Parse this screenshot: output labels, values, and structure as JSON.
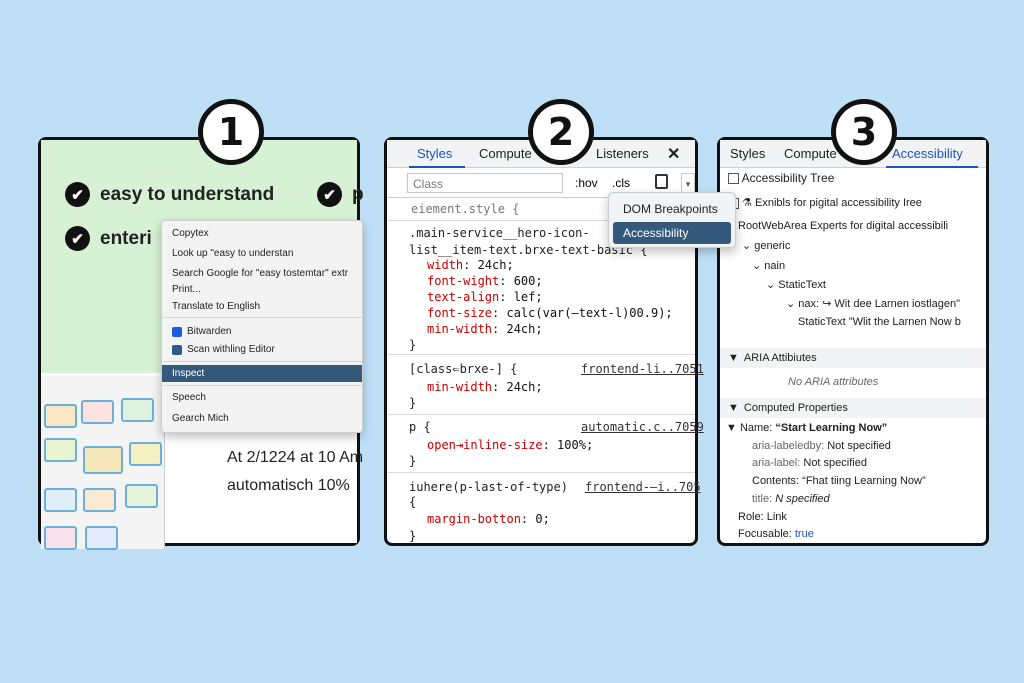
{
  "badges": [
    "1",
    "2",
    "3"
  ],
  "panel1": {
    "checks": [
      "easy to understand",
      "p",
      "enteri"
    ],
    "context_menu": {
      "items": [
        "Copytex",
        "Look up \"easy to understan",
        "Search Google for \"easy tostemtar\" extr",
        "Print...",
        "Translate to English",
        "Bitwarden",
        "Scan withling Editor",
        "Inspect",
        "Speech",
        "Gearch Mich"
      ],
      "highlighted": "Inspect"
    },
    "body_lines": [
      "At 2/1224 at 10 Am",
      "automatisch 10%"
    ]
  },
  "panel2": {
    "tabs": [
      "Styles",
      "Compute",
      "Listeners"
    ],
    "active_tab": "Styles",
    "close_icon": "close-icon",
    "class_placeholder": "Class",
    "hov": ":hov",
    "cls": ".cls",
    "element_style": "eiement.style {",
    "rules": {
      "r1_selector_1": ".main-service__hero-icon-",
      "r1_selector_2": "list__item-text.brxe-text-basic {",
      "r1_p1": "width",
      "r1_v1": "24ch;",
      "r1_p2": "font-wight",
      "r1_v2": "600;",
      "r1_p3": "text-align",
      "r1_v3": "lef;",
      "r1_p4": "font-size",
      "r1_v4": "calc(var(—text-l)00.9);",
      "r1_p5": "min-width",
      "r1_v5": "24ch;",
      "r2_selector": "[class⇐brxe-] {",
      "r2_link": "frontend-li..7051",
      "r2_p1": "min-width",
      "r2_v1": "24ch;",
      "r3_selector": "p {",
      "r3_link": "automatic.c..7059",
      "r3_p1": "open⇥inline-size",
      "r3_v1": "100%;",
      "r4_selector": "iuhere(p-last-of-type)",
      "r4_link": "frontend-–i..705",
      "r4_p1": "margin-botton",
      "r4_v1": "0;",
      "close_brace": "}",
      "open_brace": "{"
    },
    "dropdown": {
      "items": [
        "DOM Breakpoints",
        "Accessibility"
      ],
      "highlighted": "Accessibility"
    }
  },
  "panel3": {
    "tabs": [
      "Styles",
      "Compute",
      "Accessibility"
    ],
    "active_tab": "Accessibility",
    "tree_label": "Accessibility Tree",
    "exnibls": "Exnibls for pigital accessibility Iree",
    "tree": {
      "root": "RootWebArea  Experts for digital accessibili",
      "generic": "generic",
      "nain": "nain",
      "static_text": "StaticText",
      "nax": "nax: ↪ Wit dee Larnen iostlagen\"",
      "static_text_2": "StaticText \"Wlit the Larnen Now b"
    },
    "aria_head": "ARIA Attibiutes",
    "no_aria": "No ARIA attributes",
    "computed_head": "Computed Properties",
    "name_label": "Name:",
    "name_value": "“Start Learning Now”",
    "props": {
      "labeledby_key": "aria-labeledby:",
      "labeledby_val": "Not specified",
      "label_key": "aria-label:",
      "label_val": "Not specified",
      "contents_key": "Contents:",
      "contents_val": "“Fhat tiing Learning Now”",
      "title_key": "title:",
      "title_val": "N specified",
      "role_key": "Role:",
      "role_val": "Link",
      "focusable_key": "Focusable:",
      "focusable_val": "true"
    }
  }
}
